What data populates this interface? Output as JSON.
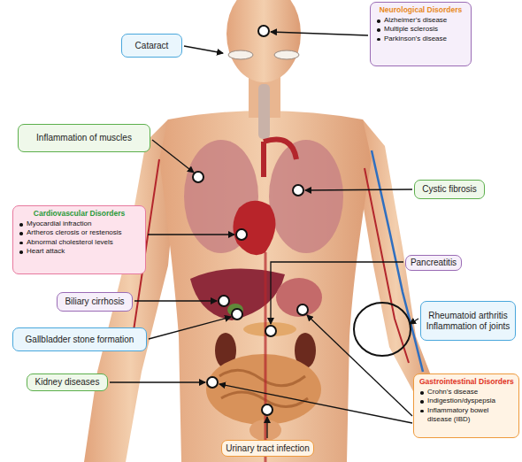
{
  "diagram": {
    "nodes": [
      {
        "text": [
          "Neurological Disorders",
          "Alzheimer’s disease",
          "Multiple sclerosis",
          "Parkinson’s disease"
        ]
      },
      {
        "text": [
          "Cataract"
        ]
      },
      {
        "text": [
          "Inflammation of muscles"
        ]
      },
      {
        "text": [
          "Cystic fibrosis"
        ]
      },
      {
        "text": [
          "Cardiovascular Disorders",
          "Myocardial infraction",
          "Artheros clerosis or restenosis",
          "Abnormal cholesterol levels",
          "Heart attack"
        ]
      },
      {
        "text": [
          "Pancreatitis"
        ]
      },
      {
        "text": [
          "Biliary cirrhosis"
        ]
      },
      {
        "text": [
          "Rheumatoid arthritis",
          "Inflammation of joints"
        ]
      },
      {
        "text": [
          "Gallbladder stone formation"
        ]
      },
      {
        "text": [
          "Kidney diseases"
        ]
      },
      {
        "text": [
          "Gastrointestinal Disorders",
          "Crohn’s disease",
          "Indigestion/dyspepsia",
          "Inflammatory bowel disease (IBD)"
        ]
      },
      {
        "text": [
          "Urinary tract infection"
        ]
      }
    ]
  }
}
